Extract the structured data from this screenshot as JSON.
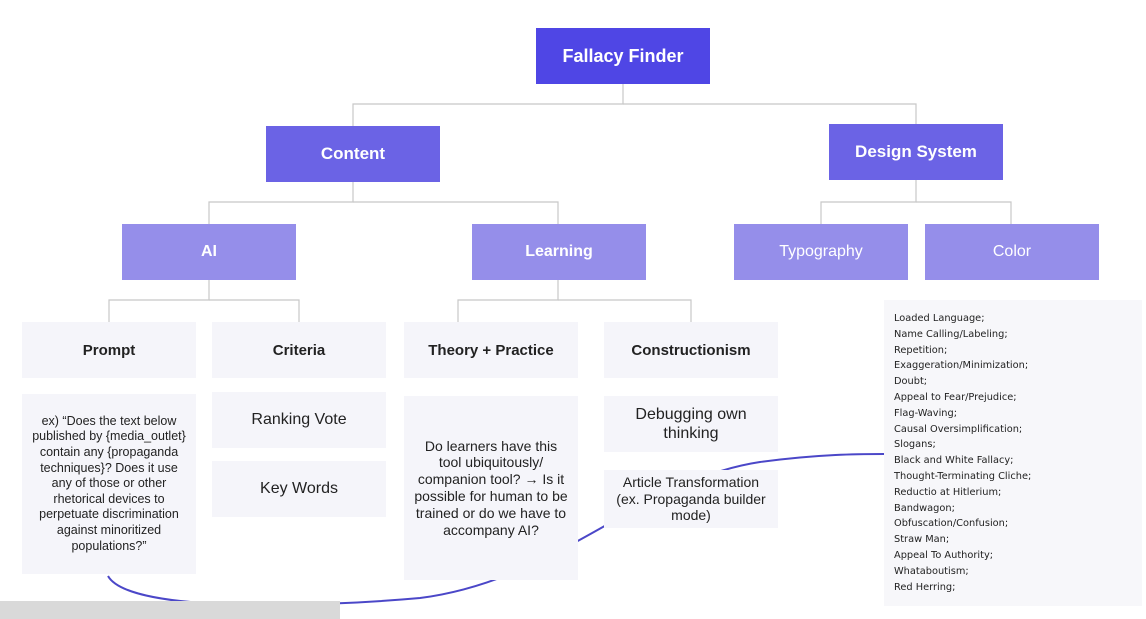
{
  "root": "Fallacy Finder",
  "level1": {
    "content": "Content",
    "design_system": "Design System"
  },
  "level2": {
    "ai": "AI",
    "learning": "Learning",
    "typography": "Typography",
    "color": "Color"
  },
  "level3": {
    "prompt": "Prompt",
    "criteria": "Criteria",
    "theory_practice": "Theory + Practice",
    "constructionism": "Constructionism"
  },
  "notes": {
    "prompt_example": "ex) “Does the text below published by {media_outlet} contain any {propaganda techniques}? Does it use any of those or other rhetorical devices to perpetuate discrimination against minoritized populations?”",
    "ranking_vote": "Ranking Vote",
    "key_words": "Key Words",
    "theory_question": "Do learners have this tool ubiquitously/ companion tool? → Is it possible for human to be trained or do we have to accompany AI?",
    "debugging": "Debugging own thinking",
    "article_transformation": "Article Transformation (ex. Propaganda builder mode)"
  },
  "fallacies": [
    "Loaded Language;",
    "Name Calling/Labeling;",
    "Repetition;",
    "Exaggeration/Minimization;",
    "Doubt;",
    "Appeal to Fear/Prejudice;",
    "Flag-Waving;",
    "Causal Oversimplification;",
    "Slogans;",
    "Black and White Fallacy;",
    "Thought-Terminating Cliche;",
    "Reductio at Hitlerium;",
    "Bandwagon;",
    "Obfuscation/Confusion;",
    "Straw Man;",
    "Appeal To Authority;",
    "Whataboutism;",
    "Red Herring;"
  ],
  "colors": {
    "root": "#4f46e5",
    "level1": "#6b63e5",
    "level2": "#958eea",
    "card": "#f5f5fa",
    "connector": "#4b47c8"
  }
}
